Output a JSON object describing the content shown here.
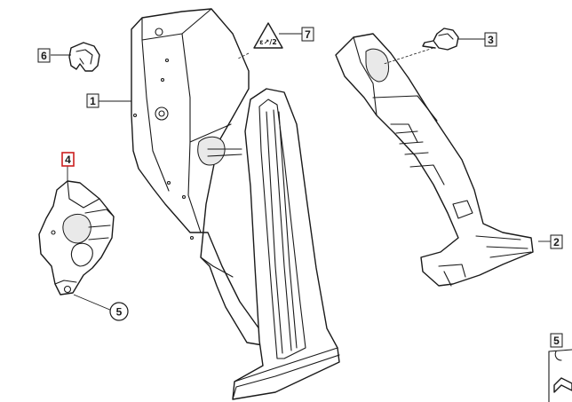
{
  "diagram": {
    "callouts": [
      {
        "id": "callout-1",
        "label": "1"
      },
      {
        "id": "callout-2",
        "label": "2"
      },
      {
        "id": "callout-3",
        "label": "3"
      },
      {
        "id": "callout-4",
        "label": "4",
        "highlighted": true,
        "highlight_color": "#cc1f1f"
      },
      {
        "id": "callout-5-circle",
        "label": "5"
      },
      {
        "id": "callout-5-box",
        "label": "5"
      },
      {
        "id": "callout-6",
        "label": "6"
      },
      {
        "id": "callout-7",
        "label": "7"
      }
    ],
    "warning_sign_text": "ε↗/2",
    "colors": {
      "line": "#1a1a1a",
      "highlight": "#cc1f1f",
      "background": "#ffffff"
    }
  }
}
